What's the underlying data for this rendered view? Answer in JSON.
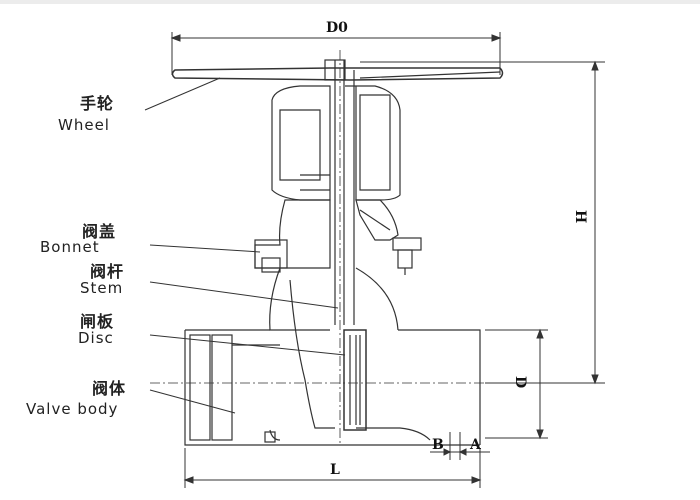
{
  "labels": [
    {
      "id": "wheel",
      "cn": "手轮",
      "en": "Wheel"
    },
    {
      "id": "bonnet",
      "cn": "阀盖",
      "en": "Bonnet"
    },
    {
      "id": "stem",
      "cn": "阀杆",
      "en": "Stem"
    },
    {
      "id": "disc",
      "cn": "闸板",
      "en": "Disc"
    },
    {
      "id": "body",
      "cn": "阀体",
      "en": "Valve body"
    }
  ],
  "dimensions": {
    "d0": "D0",
    "h": "H",
    "d": "D",
    "l": "L",
    "b": "B",
    "a": "A"
  }
}
